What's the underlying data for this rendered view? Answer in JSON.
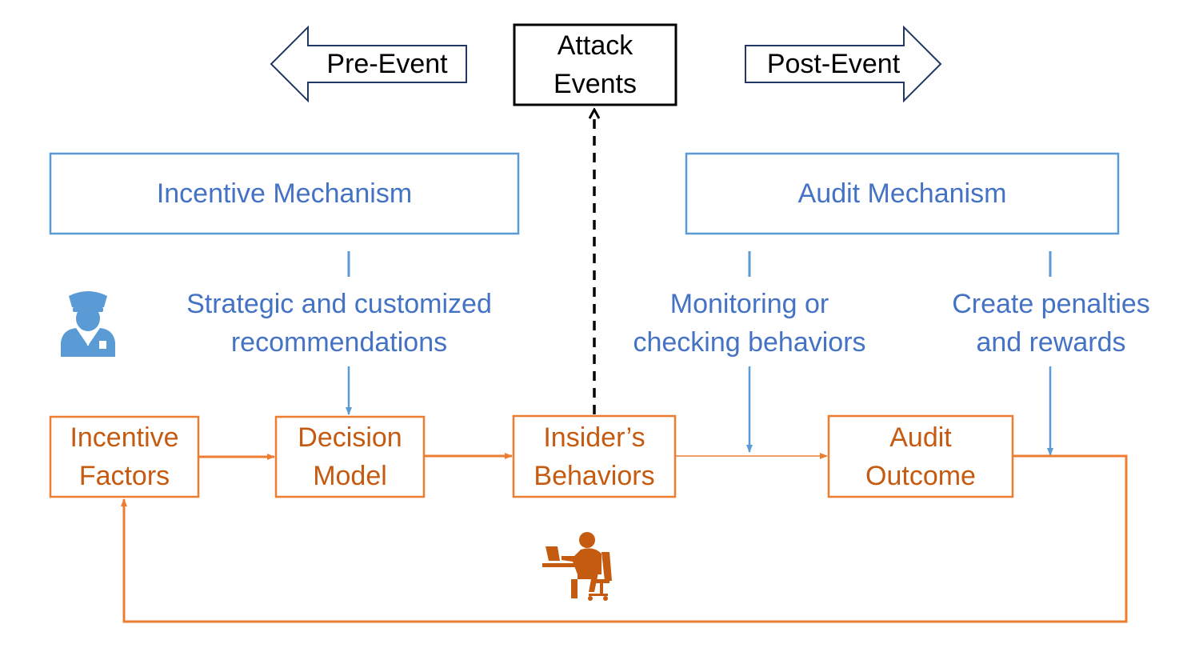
{
  "timeline": {
    "pre_event": "Pre-Event",
    "attack_events": "Attack\nEvents",
    "post_event": "Post-Event"
  },
  "mechanisms": {
    "incentive": "Incentive Mechanism",
    "audit": "Audit Mechanism"
  },
  "annotations": {
    "recommendations": "Strategic and customized\nrecommendations",
    "monitoring": "Monitoring or\nchecking behaviors",
    "penalties": "Create penalties\nand rewards"
  },
  "process": {
    "incentive_factors": "Incentive\nFactors",
    "decision_model": "Decision\nModel",
    "insider_behaviors": "Insider’s\nBehaviors",
    "audit_outcome": "Audit\nOutcome"
  },
  "icons": {
    "auditor": "police-officer-icon",
    "insider": "person-at-computer-icon"
  },
  "colors": {
    "blue": "#5B9BD5",
    "blue_text": "#4472C4",
    "orange": "#ED7D31",
    "orange_text": "#C55A11",
    "navy": "#203864",
    "black": "#000000"
  }
}
